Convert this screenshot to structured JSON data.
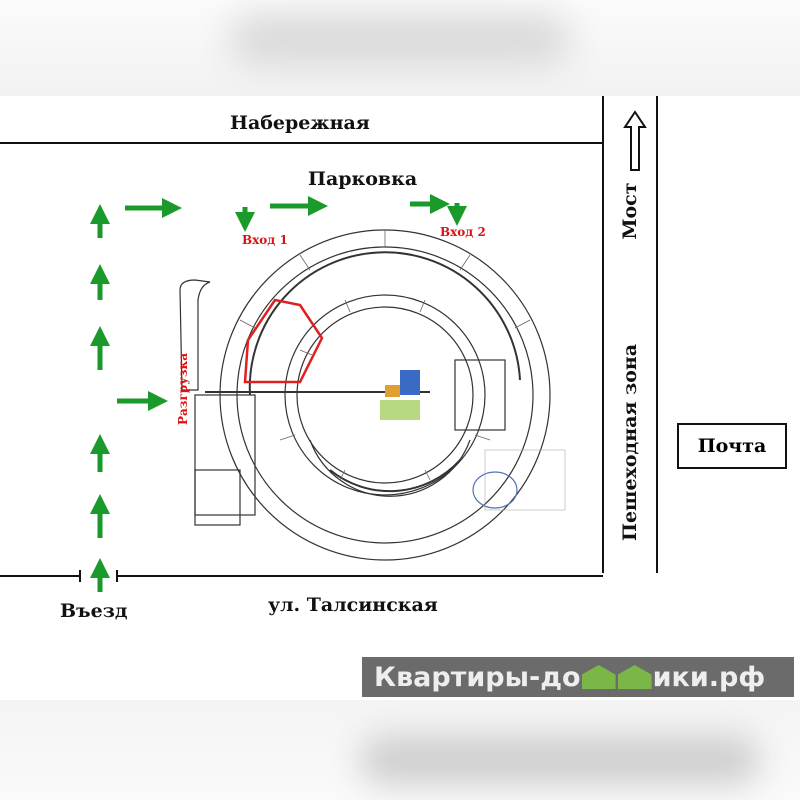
{
  "streets": {
    "top": "Набережная",
    "bottom": "ул. Талсинская",
    "bridge": "Мост",
    "pedestrian_zone": "Пешеходная зона"
  },
  "labels": {
    "parking": "Парковка",
    "entrance_1": "Вход 1",
    "entrance_2": "Вход 2",
    "unloading": "Разгрузка",
    "drive_in": "Въезд",
    "post_office": "Почта"
  },
  "watermark": {
    "text_before": "Квартиры-до",
    "text_after": "ики.рф",
    "full": "Квартиры-домики.рф"
  },
  "colors": {
    "arrow": "#1a9a2a",
    "entrance": "#d11111",
    "highlight": "#e02020"
  }
}
